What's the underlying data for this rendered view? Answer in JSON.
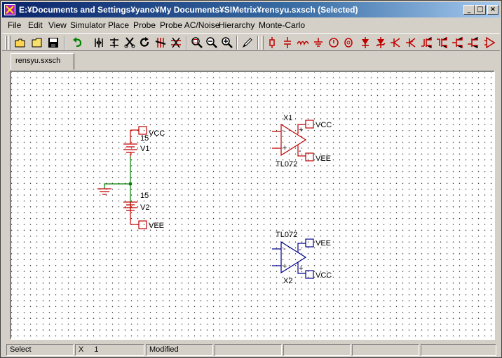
{
  "window": {
    "title": "E:¥Documents and Settings¥yano¥My Documents¥SIMetrix¥rensyu.sxsch (Selected)",
    "controls": {
      "minimize": "_",
      "maximize": "□",
      "close": "×"
    }
  },
  "menu": [
    "File",
    "Edit",
    "View",
    "Simulator",
    "Place",
    "Probe",
    "Probe AC/Noise",
    "Hierarchy",
    "Monte-Carlo"
  ],
  "toolbar": {
    "icons": [
      "open-icon",
      "folder-icon",
      "save-icon",
      "undo-icon",
      "mirror-icon",
      "rotate-flip-icon",
      "cut-icon",
      "redo-icon",
      "wire-delete-icon",
      "wire-icon",
      "zoom-fit-icon",
      "zoom-out-icon",
      "zoom-in-icon",
      "pencil-icon",
      "resistor-icon",
      "capacitor-icon",
      "inductor-icon",
      "ground-icon",
      "voltage-source-icon",
      "current-source-icon",
      "diode-icon",
      "zener-icon",
      "npn-icon",
      "pnp-icon",
      "nmos-icon",
      "pmos-icon",
      "njfet-icon",
      "pjfet-icon",
      "opamp-icon"
    ]
  },
  "tab": {
    "label": "rensyu.sxsch"
  },
  "schematic": {
    "v1": {
      "ref": "V1",
      "value": "15",
      "net_top": "VCC"
    },
    "v2": {
      "ref": "V2",
      "value": "15",
      "net_bottom": "VEE"
    },
    "x1": {
      "ref": "X1",
      "model": "TL072",
      "net_vcc": "VCC",
      "net_vee": "VEE"
    },
    "x2": {
      "ref": "X2",
      "model": "TL072",
      "net_vee": "VEE",
      "net_vcc": "VCC"
    },
    "symbols": {
      "plus": "+",
      "minus": "-"
    }
  },
  "status": {
    "mode": "Select",
    "x_label": "X",
    "x_value": "1",
    "modified": "Modified"
  },
  "colors": {
    "component": "#c00000",
    "selected": "#00008b",
    "wire": "#008000"
  }
}
